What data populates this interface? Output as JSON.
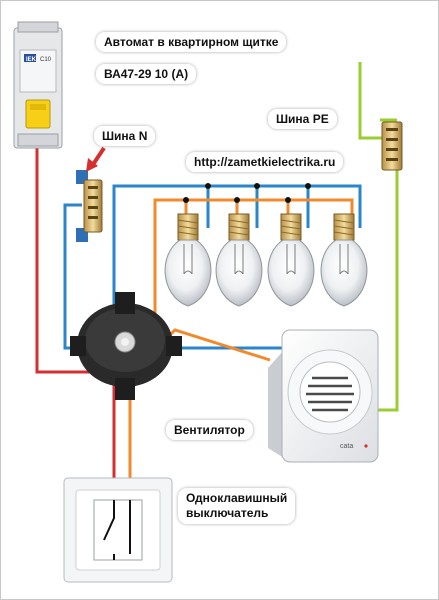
{
  "labels": {
    "breaker": "Автомат в квартирном щитке",
    "breaker_model": "ВА47-29 10 (А)",
    "bus_n": "Шина N",
    "bus_pe": "Шина PE",
    "url": "http://zametkielectrika.ru",
    "fan": "Вентилятор",
    "switch_line1": "Одноклавишный",
    "switch_line2": "выключатель"
  },
  "device_marks": {
    "breaker_brand": "IEK",
    "breaker_rating": "C10",
    "fan_brand": "cata"
  },
  "wire_colors": {
    "phase": "#d62f2f",
    "neutral": "#2a86c8",
    "ground": "#9acd32",
    "switched": "#f08a2c"
  },
  "icons": [
    "circuit-breaker-icon",
    "neutral-bus-icon",
    "pe-bus-icon",
    "light-bulb-icon",
    "junction-box-icon",
    "exhaust-fan-icon",
    "wall-switch-icon",
    "arrow-icon"
  ]
}
